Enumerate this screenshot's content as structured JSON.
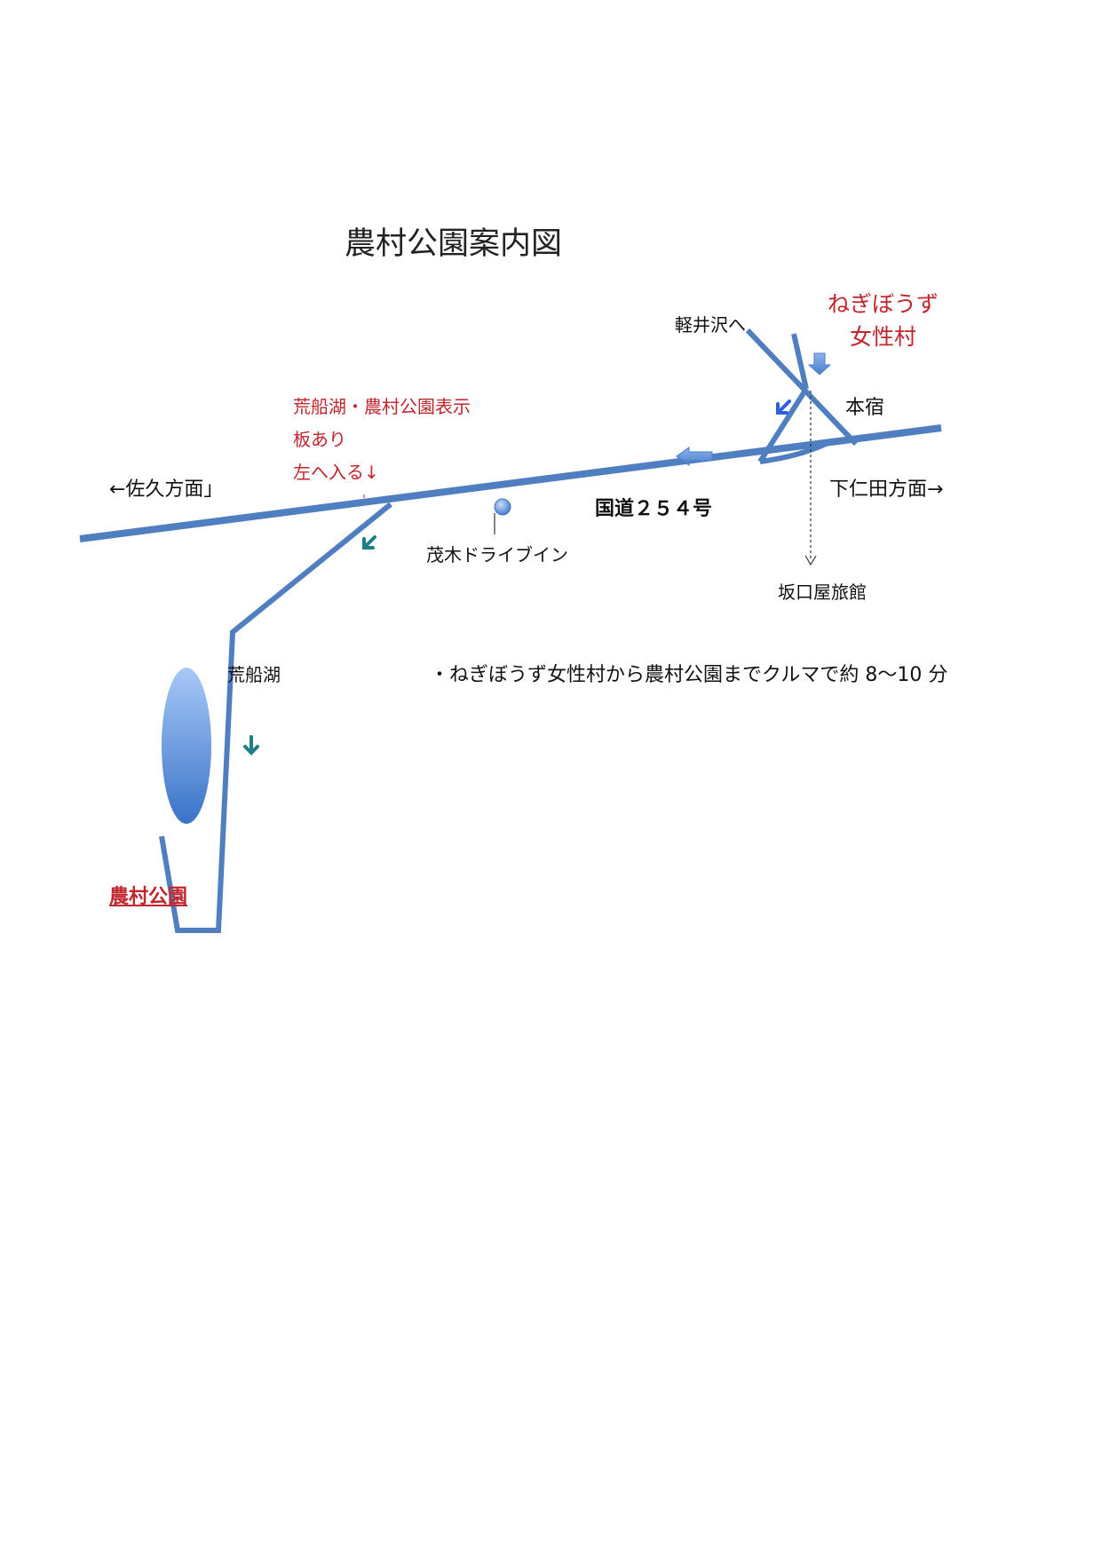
{
  "map": {
    "title": "農村公園案内図",
    "labels": {
      "karuizawa": "軽井沢へ",
      "negibozu": [
        "ねぎぼうず",
        "女性村"
      ],
      "motojuku": "本宿",
      "sign_note": [
        "荒船湖・農村公園表示",
        "板あり",
        "左へ入る↓"
      ],
      "saku": "←佐久方面」",
      "shimonita": "下仁田方面→",
      "route": "国道２５４号",
      "shigeki": "茂木ドライブイン",
      "sakaguchiya": "坂口屋旅館",
      "arafune_lake": "荒船湖",
      "noson_park": "農村公園"
    },
    "note": "・ねぎぼうず女性村から農村公園までクルマで約 8〜10 分"
  },
  "colors": {
    "road": "#4f7fc0",
    "road_outline": "#3d6aa8",
    "text_red": "#c0262d",
    "arrow_blue": "#2f5fe0",
    "arrow_teal": "#1f7f86",
    "lake_light": "#a8c8f8",
    "lake_dark": "#3a73c8"
  }
}
